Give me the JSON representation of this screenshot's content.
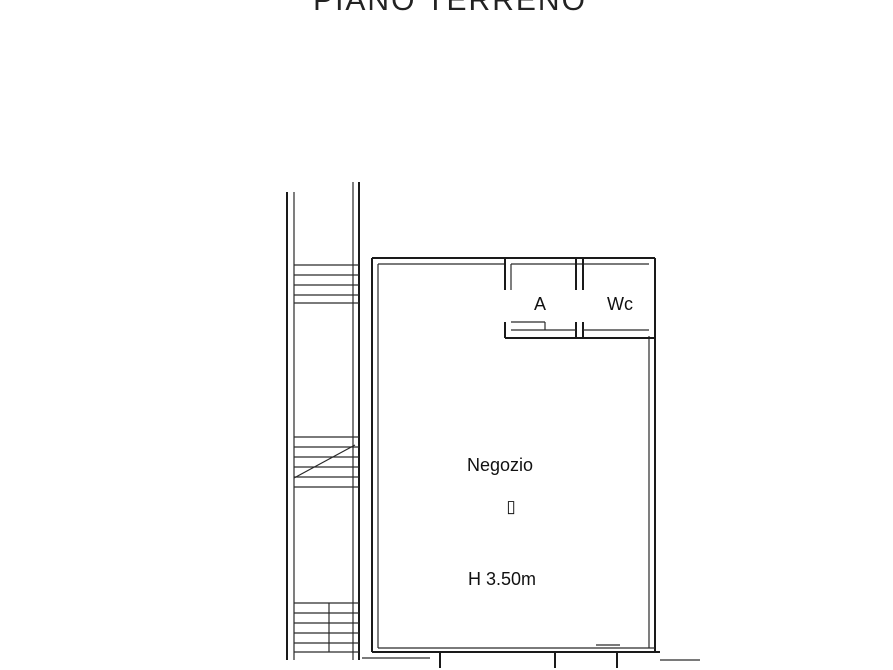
{
  "plan": {
    "title": "PIANO TERRENO",
    "rooms": {
      "shop": "Negozio",
      "anteroom": "A",
      "wc": "Wc"
    },
    "height_label": "H 3.50m",
    "marker_glyph": "▯"
  },
  "colors": {
    "line": "#1a1a1a",
    "background": "#ffffff"
  }
}
